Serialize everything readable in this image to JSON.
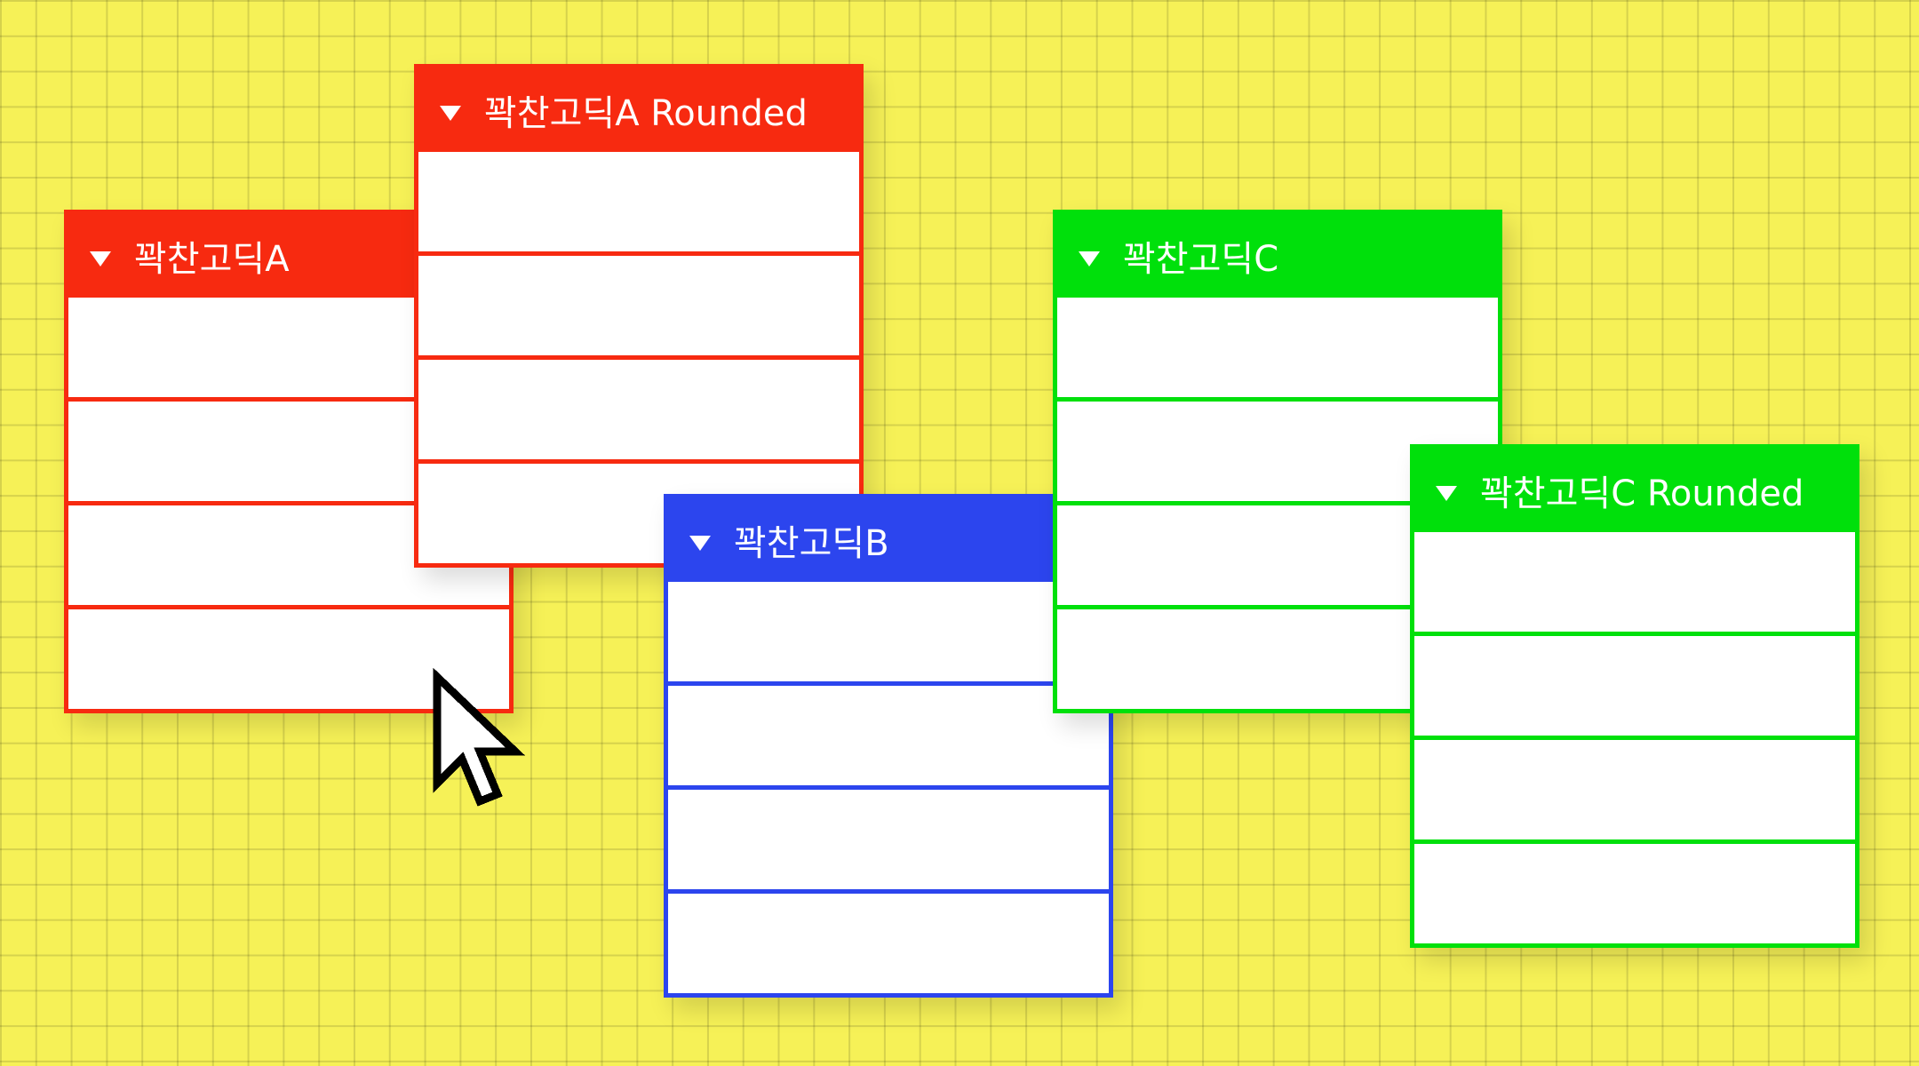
{
  "colors": {
    "background": "#f6f157",
    "red": "#f72a10",
    "blue": "#2c45ee",
    "green": "#00e00b"
  },
  "panels": [
    {
      "id": "panel-a",
      "title": "꽉찬고딕A",
      "color": "#f72a10",
      "rows": 4
    },
    {
      "id": "panel-a-round",
      "title": "꽉찬고딕A Rounded",
      "color": "#f72a10",
      "rows": 4
    },
    {
      "id": "panel-b",
      "title": "꽉찬고딕B",
      "color": "#2c45ee",
      "rows": 4
    },
    {
      "id": "panel-c",
      "title": "꽉찬고딕C",
      "color": "#00e00b",
      "rows": 4
    },
    {
      "id": "panel-c-round",
      "title": "꽉찬고딕C Rounded",
      "color": "#00e00b",
      "rows": 4
    }
  ],
  "icons": {
    "collapse": "caret-down-icon",
    "pointer": "arrow-cursor-icon"
  }
}
